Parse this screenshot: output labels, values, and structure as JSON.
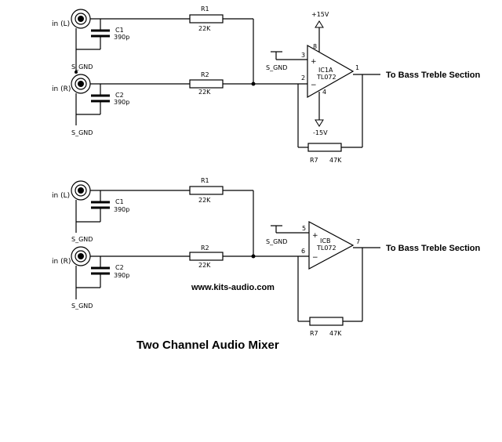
{
  "title": "Two Channel Audio Mixer",
  "website": "www.kits-audio.com",
  "channels": [
    {
      "input_left": "in (L)",
      "input_right": "in (R)",
      "ground_left": "S_GND",
      "ground_right": "S_GND",
      "cap1_ref": "C1",
      "cap1_value": "390p",
      "cap2_ref": "C2",
      "cap2_value": "390p",
      "res1_ref": "R1",
      "res1_value": "22K",
      "res2_ref": "R2",
      "res2_value": "22K",
      "opamp_ref": "IC1A",
      "opamp_part": "TL072",
      "opamp_ground": "S_GND",
      "pin_noninv": "3",
      "pin_inv": "2",
      "pin_out": "1",
      "pin_vpos": "8",
      "pin_vneg": "4",
      "supply_pos": "+15V",
      "supply_neg": "-15V",
      "feedback_ref": "R7",
      "feedback_value": "47K",
      "output_label": "To Bass Treble Section"
    },
    {
      "input_left": "in (L)",
      "input_right": "in (R)",
      "ground_left": "S_GND",
      "ground_right": "S_GND",
      "cap1_ref": "C1",
      "cap1_value": "390p",
      "cap2_ref": "C2",
      "cap2_value": "390p",
      "res1_ref": "R1",
      "res1_value": "22K",
      "res2_ref": "R2",
      "res2_value": "22K",
      "opamp_ref": "ICB",
      "opamp_part": "TL072",
      "opamp_ground": "S_GND",
      "pin_noninv": "5",
      "pin_inv": "6",
      "pin_out": "7",
      "feedback_ref": "R7",
      "feedback_value": "47K",
      "output_label": "To Bass Treble Section"
    }
  ]
}
